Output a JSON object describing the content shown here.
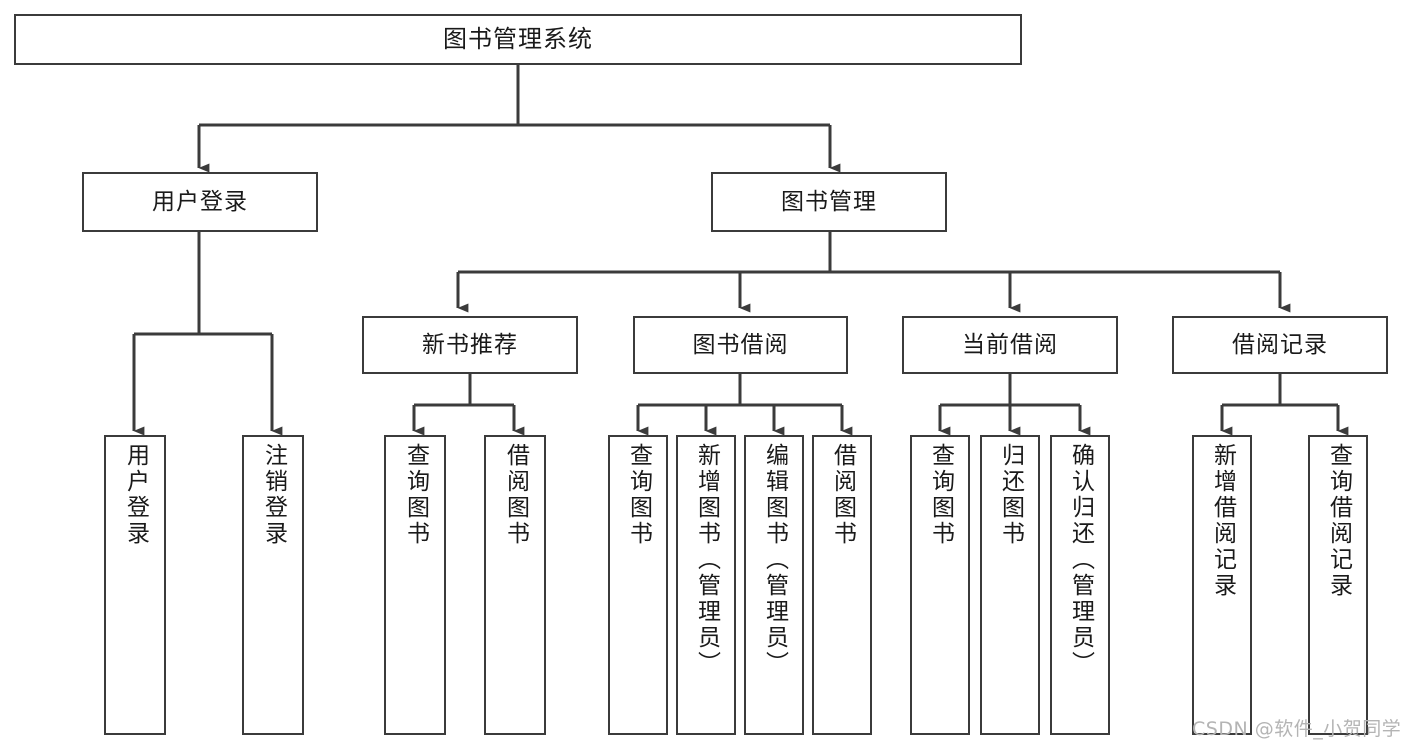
{
  "diagram": {
    "title": "图书管理系统",
    "watermark": "CSDN @软件_小贺同学",
    "line_color": "#3b3b3b",
    "box_fill": "#ffffff",
    "text_color": "#1a1a1a",
    "watermark_color": "#b4b4b4",
    "levels": {
      "root": [
        "图书管理系统"
      ],
      "level2": [
        "用户登录",
        "图书管理"
      ],
      "level3": [
        "新书推荐",
        "图书借阅",
        "当前借阅",
        "借阅记录"
      ],
      "leaves": [
        "用户登录",
        "注销登录",
        "查询图书",
        "借阅图书",
        "查询图书",
        "新增图书（管理员）",
        "编辑图书（管理员）",
        "借阅图书",
        "查询图书",
        "归还图书",
        "确认归还（管理员）",
        "新增借阅记录",
        "查询借阅记录"
      ]
    },
    "nodes": {
      "root": {
        "label": "图书管理系统"
      },
      "user_login": {
        "label": "用户登录"
      },
      "book_manage": {
        "label": "图书管理"
      },
      "new_book_rec": {
        "label": "新书推荐"
      },
      "book_borrow": {
        "label": "图书借阅"
      },
      "current_borrow": {
        "label": "当前借阅"
      },
      "borrow_record": {
        "label": "借阅记录"
      },
      "leaf_user_login": {
        "label": "用户登录"
      },
      "leaf_logout": {
        "label": "注销登录"
      },
      "leaf_query_book_1": {
        "label": "查询图书"
      },
      "leaf_borrow_book_1": {
        "label": "借阅图书"
      },
      "leaf_query_book_2": {
        "label": "查询图书"
      },
      "leaf_add_book": {
        "label": "新增图书（管理员）"
      },
      "leaf_edit_book": {
        "label": "编辑图书（管理员）"
      },
      "leaf_borrow_book_2": {
        "label": "借阅图书"
      },
      "leaf_query_book_3": {
        "label": "查询图书"
      },
      "leaf_return_book": {
        "label": "归还图书"
      },
      "leaf_confirm_return": {
        "label": "确认归还（管理员）"
      },
      "leaf_add_record": {
        "label": "新增借阅记录"
      },
      "leaf_query_record": {
        "label": "查询借阅记录"
      }
    }
  }
}
